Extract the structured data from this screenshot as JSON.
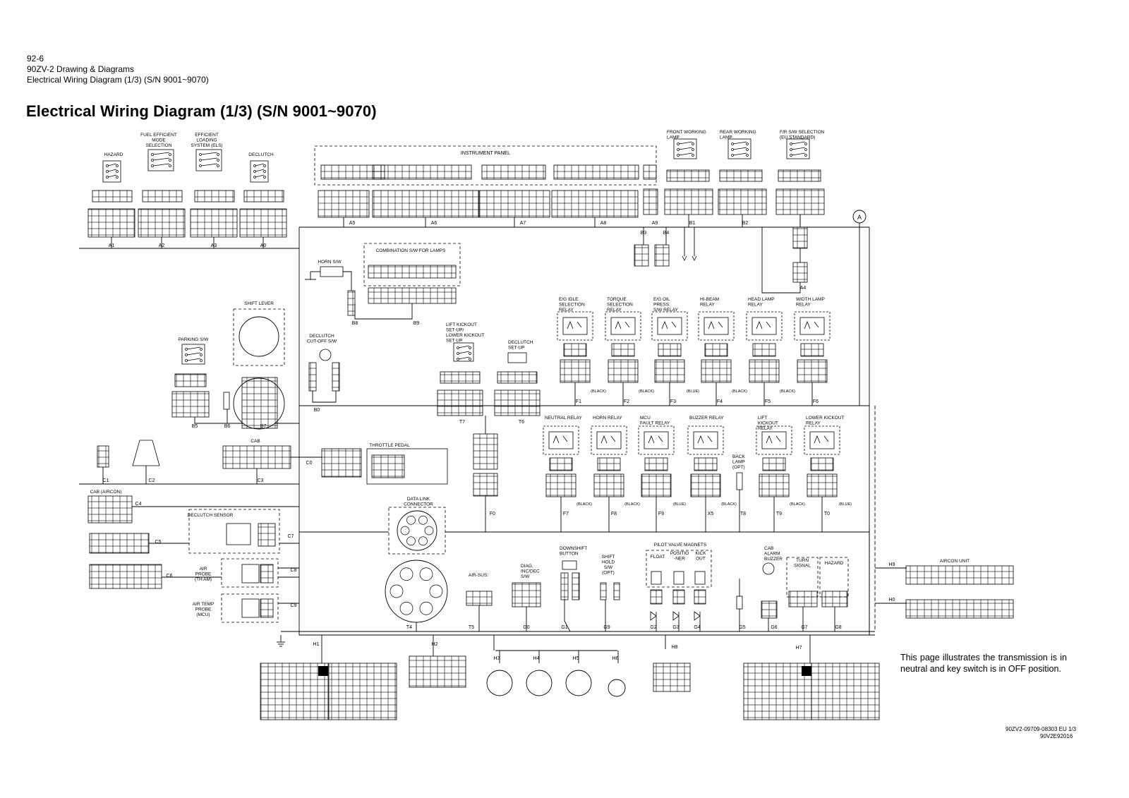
{
  "header": {
    "page_number": "92-6",
    "section": "90ZV-2 Drawing & Diagrams",
    "subsection": "Electrical Wiring Diagram (1/3) (S/N 9001~9070)"
  },
  "title": "Electrical Wiring Diagram (1/3) (S/N 9001~9070)",
  "note": "This page illustrates the transmission is in neutral and key switch is in OFF position.",
  "doc_codes": [
    "90ZV2-09709-08303 EU 1/3",
    "90V2E92016"
  ],
  "components": {
    "hazard": "HAZARD",
    "fuel_mode": [
      "FUEL EFFICIENT",
      "MODE",
      "SELECTION"
    ],
    "els": [
      "EFFICIENT",
      "LOADING",
      "SYSTEM (ELS)"
    ],
    "declutch": "DECLUTCH",
    "instrument_panel": "INSTRUMENT PANEL",
    "front_working": [
      "FRONT WORKING",
      "LAMP"
    ],
    "rear_working": [
      "REAR WORKING",
      "LAMP"
    ],
    "fr_selection": [
      "F/R S/W SELECTION",
      "(EU STANDARD)"
    ],
    "combination_sw": "COMBINATION S/W FOR LAMPS",
    "horn_sw": "HORN S/W",
    "shift_lever": "SHIFT LEVER",
    "parking_sw": "PARKING S/W",
    "declutch_cutoff": [
      "DECLUTCH",
      "CUT-OFF S/W"
    ],
    "lift_kickout_setup": [
      "LIFT KICKOUT",
      "SET-UP/",
      "LOWER KICKOUT",
      "SET-UP"
    ],
    "declutch_setup": [
      "DECLUTCH",
      "SET-UP"
    ],
    "cab": "CAB",
    "throttle_pedal": "THROTTLE PEDAL",
    "cab_aircon": "CAB (AIRCON)",
    "declutch_sensor": "DECLUTCH SENSOR",
    "air_probe": [
      "AIR",
      "PROBE",
      "(TH AM)"
    ],
    "air_temp_probe": [
      "AIR TEMP",
      "PROBE",
      "(MCU)"
    ],
    "data_link": [
      "DATA LINK",
      "CONNECTOR"
    ],
    "air_sus": "AIR-SUS.",
    "diag_sw": [
      "DIAG.",
      "INC/DEC",
      "S/W"
    ],
    "downshift": [
      "DOWNSHIFT",
      "BUTTON"
    ],
    "shift_hold": [
      "SHIFT",
      "HOLD",
      "S/W",
      "(OPT)"
    ],
    "pilot_valve": "PILOT  VALVE  MAGNETS",
    "float": "FLOAT",
    "positioner": [
      "POSITIO",
      "-NER"
    ],
    "kickout": [
      "KICK",
      "OUT"
    ],
    "cab_alarm": [
      "CAB",
      "ALARM",
      "BUZZER"
    ],
    "turn_signal": [
      "TURN",
      "SIGNAL"
    ],
    "hazard2": "HAZARD",
    "aircon_unit": "AIRCON UNIT",
    "back_lamp": [
      "BACK",
      "LAMP",
      "(OPT)"
    ],
    "relays_top": [
      [
        "E/G IDLE",
        "SELECTION",
        "RELAY"
      ],
      [
        "TORQUE",
        "SELECTION",
        "RELAY"
      ],
      [
        "E/G OIL",
        "PRESS.",
        "S/W RELAY"
      ],
      [
        "HI-BEAM",
        "RELAY"
      ],
      [
        "HEAD LAMP",
        "RELAY"
      ],
      [
        "WIDTH LAMP",
        "RELAY"
      ]
    ],
    "relays_bottom": [
      [
        "NEUTRAL RELAY"
      ],
      [
        "HORN RELAY"
      ],
      [
        "MCU",
        "FAULT RELAY"
      ],
      [
        "BUZZER RELAY"
      ],
      [
        "LIFT",
        "KICKOUT",
        "RELAY"
      ],
      [
        "LOWER KICKOUT",
        "RELAY"
      ]
    ]
  },
  "connectors": {
    "top": [
      "A1",
      "A2",
      "A3",
      "A0",
      "A5",
      "A6",
      "A7",
      "A8",
      "A9",
      "B1",
      "B2",
      "B3",
      "B4",
      "A4"
    ],
    "middle": [
      "B8",
      "B9",
      "B5",
      "B6",
      "B7",
      "B0",
      "T7",
      "T6",
      "F1",
      "F2",
      "F3",
      "F4",
      "F5",
      "F6"
    ],
    "lower": [
      "C1",
      "C2",
      "C3",
      "C0",
      "C4",
      "C5",
      "C6",
      "C7",
      "C8",
      "C9",
      "F0",
      "F7",
      "F8",
      "F9",
      "X5",
      "T8",
      "T9",
      "T0"
    ],
    "bottom": [
      "T4",
      "T5",
      "G0",
      "G1",
      "G9",
      "G2",
      "G3",
      "G4",
      "G5",
      "G6",
      "G7",
      "G8",
      "H9",
      "H0"
    ],
    "harness": [
      "H1",
      "H2",
      "H3",
      "H4",
      "H5",
      "H6",
      "H7",
      "H8"
    ],
    "ground_ref": "A",
    "relay_colors": [
      "(BLACK)",
      "(BLACK)",
      "(BLUE)",
      "(BLACK)",
      "(BLACK)"
    ],
    "relay_colors_bottom": [
      "(BLACK)",
      "(BLACK)",
      "(BLUE)",
      "(BLACK)",
      "(BLACK)",
      "(BLUE)"
    ]
  }
}
